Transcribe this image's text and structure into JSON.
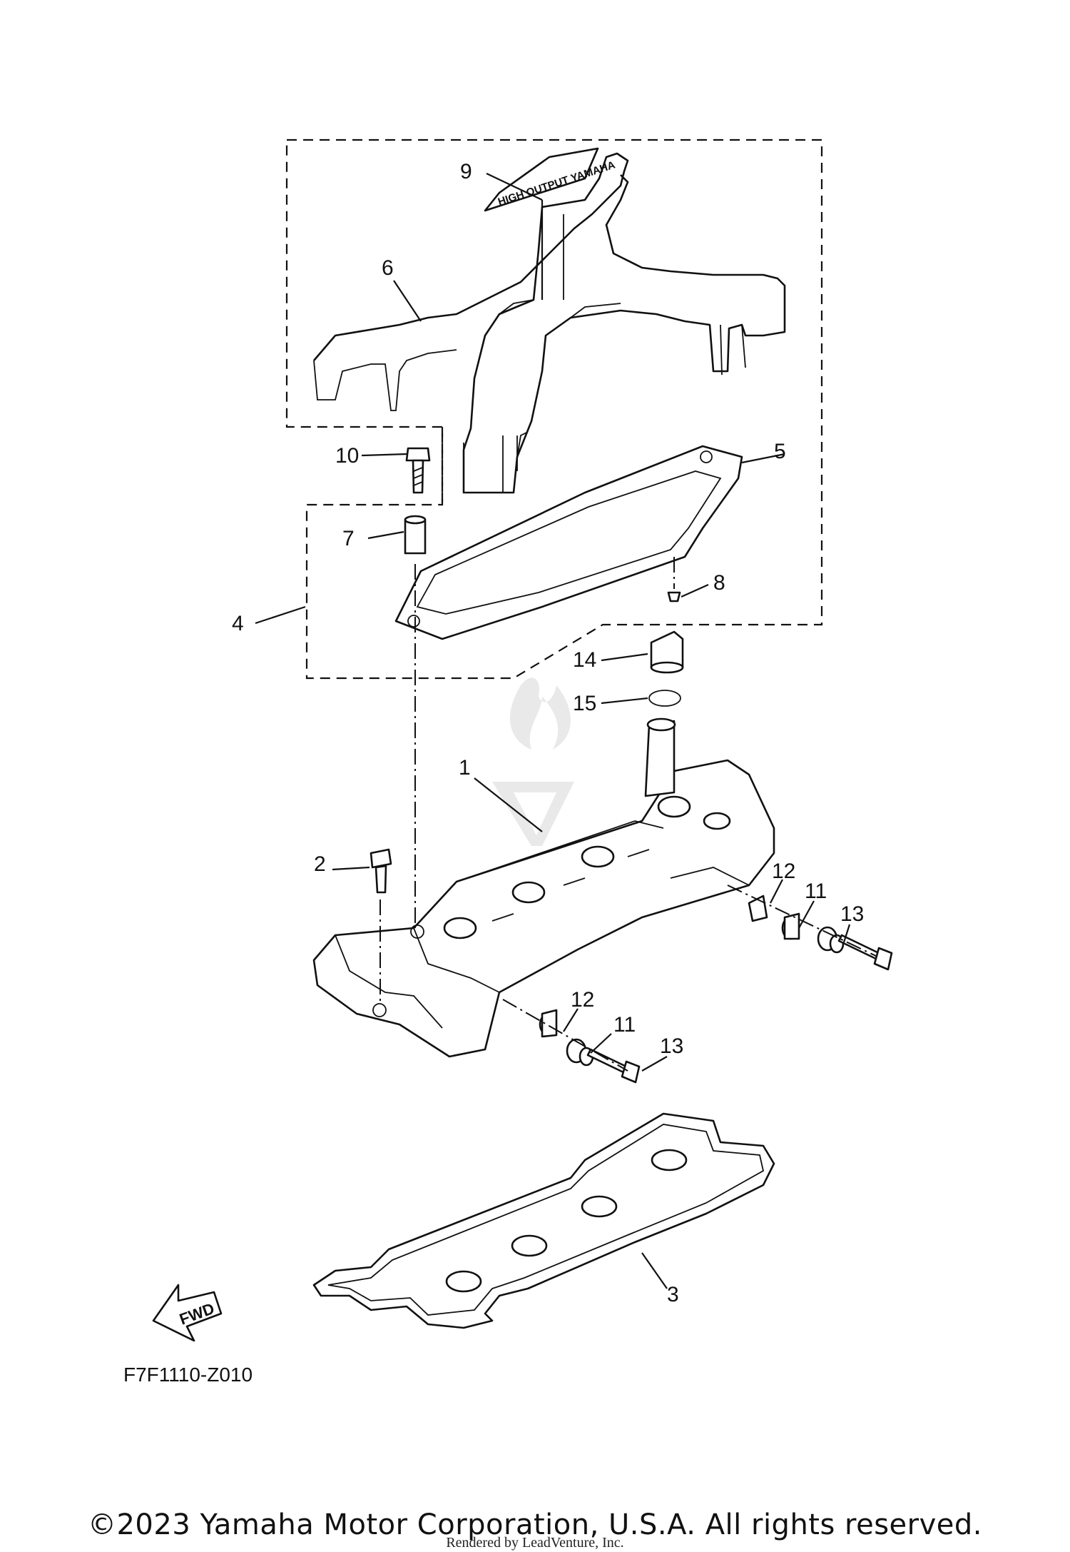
{
  "diagram": {
    "code": "F7F1110-Z010",
    "fwd_label": "FWD",
    "callouts": {
      "c1": "1",
      "c2": "2",
      "c3": "3",
      "c4": "4",
      "c5": "5",
      "c6": "6",
      "c7": "7",
      "c8": "8",
      "c9": "9",
      "c10": "10",
      "c11a": "11",
      "c11b": "11",
      "c12a": "12",
      "c12b": "12",
      "c13a": "13",
      "c13b": "13",
      "c14": "14",
      "c15": "15"
    },
    "decal_text": "HIGH OUTPUT YAMAHA"
  },
  "footer": {
    "copyright": "©2023 Yamaha Motor Corporation, U.S.A. All rights reserved.",
    "rendered_by": "Rendered by LeadVenture, Inc."
  }
}
